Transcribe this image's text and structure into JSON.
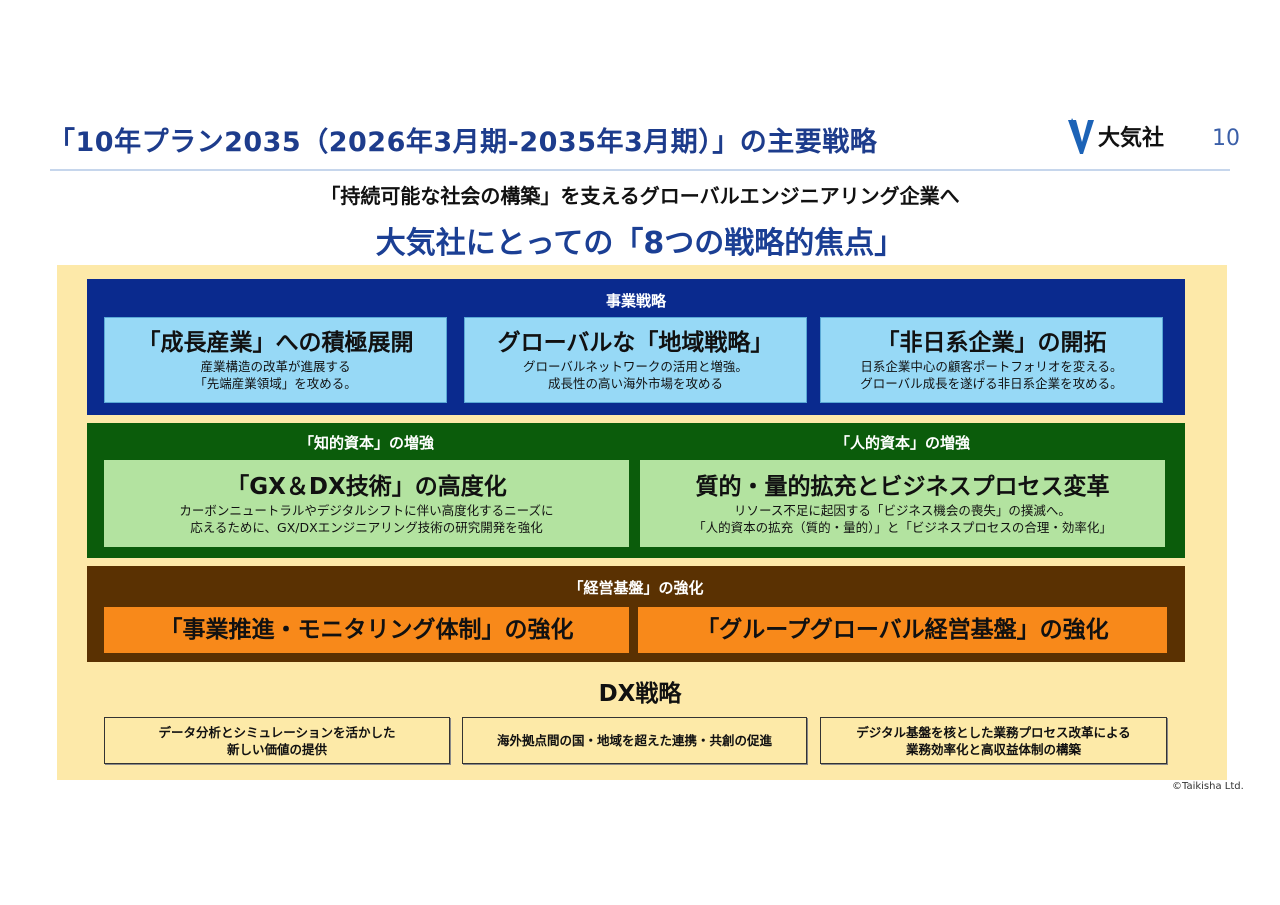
{
  "header": {
    "title": "「10年プラン2035（2026年3月期-2035年3月期）」の主要戦略",
    "logo_text": "大気社",
    "page_number": "10"
  },
  "subtitle": "「持続可能な社会の構築」を支えるグローバルエンジニアリング企業へ",
  "heading": "大気社にとっての「8つの戦略的焦点」",
  "business": {
    "label": "事業戦略",
    "cards": [
      {
        "title": "「成長産業」への積極展開",
        "desc1": "産業構造の改革が進展する",
        "desc2": "「先端産業領域」を攻める。"
      },
      {
        "title": "グローバルな「地域戦略」",
        "desc1": "グローバルネットワークの活用と増強。",
        "desc2": "成長性の高い海外市場を攻める"
      },
      {
        "title": "「非日系企業」の開拓",
        "desc1": "日系企業中心の顧客ポートフォリオを変える。",
        "desc2": "グローバル成長を遂げる非日系企業を攻める。"
      }
    ]
  },
  "capital": {
    "labels": [
      "「知的資本」の増強",
      "「人的資本」の増強"
    ],
    "cards": [
      {
        "title": "「GX＆DX技術」の高度化",
        "desc1": "カーボンニュートラルやデジタルシフトに伴い高度化するニーズに",
        "desc2": "応えるために、GX/DXエンジニアリング技術の研究開発を強化"
      },
      {
        "title": "質的・量的拡充とビジネスプロセス変革",
        "desc1": "リソース不足に起因する「ビジネス機会の喪失」の撲滅へ。",
        "desc2": "「人的資本の拡充（質的・量的）」と「ビジネスプロセスの合理・効率化」"
      }
    ]
  },
  "management": {
    "label": "「経営基盤」の強化",
    "cards": [
      "「事業推進・モニタリング体制」の強化",
      "「グループグローバル経営基盤」の強化"
    ]
  },
  "dx": {
    "label": "DX戦略",
    "items": [
      {
        "line1": "データ分析とシミュレーションを活かした",
        "line2": "新しい価値の提供"
      },
      {
        "line1": "海外拠点間の国・地域を超えた連携・共創の促進",
        "line2": ""
      },
      {
        "line1": "デジタル基盤を核とした業務プロセス改革による",
        "line2": "業務効率化と高収益体制の構築"
      }
    ]
  },
  "copyright": "©Taikisha Ltd.",
  "colors": {
    "title": "#1d3c8c",
    "blue_panel": "#0a2a8e",
    "green_panel": "#0b5c0b",
    "brown_panel": "#5a3102",
    "cream": "#fde9a9"
  }
}
